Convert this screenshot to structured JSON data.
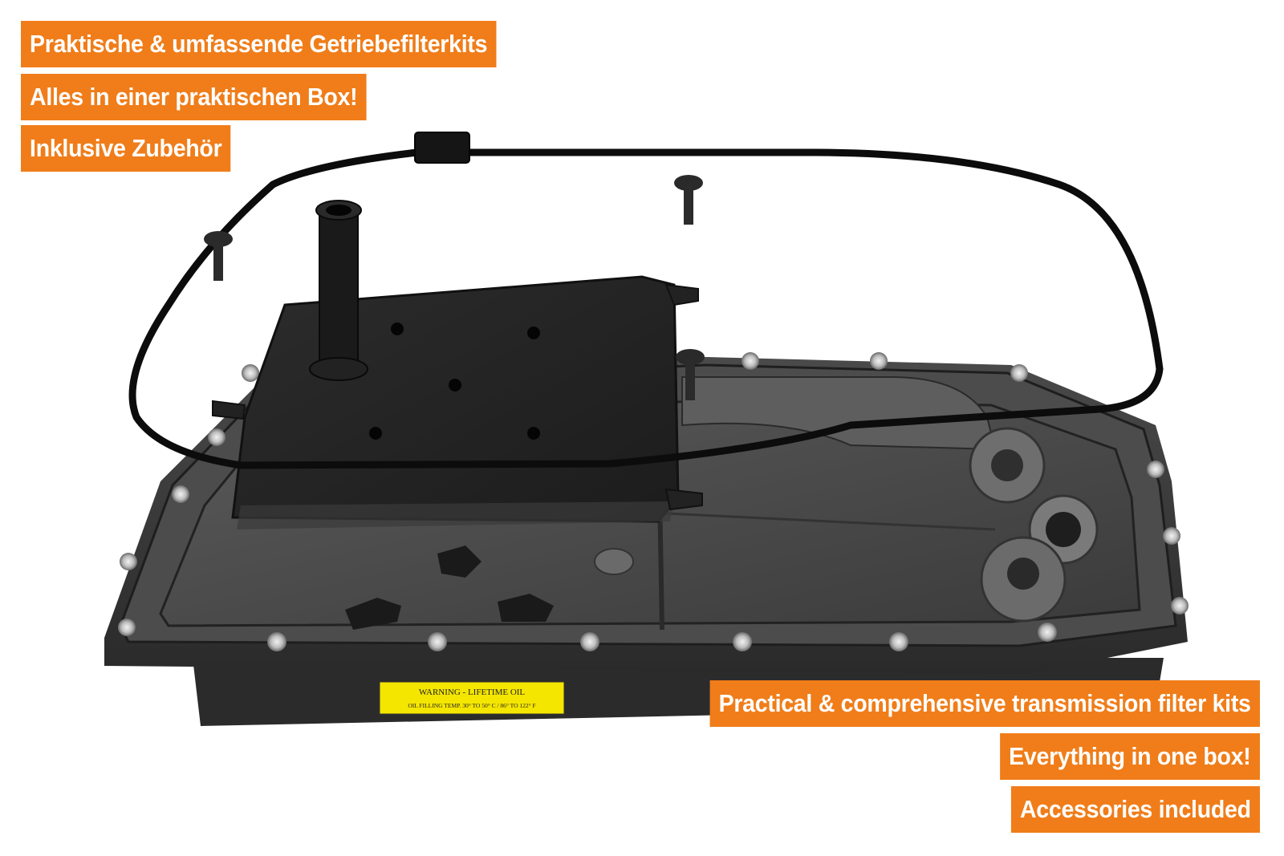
{
  "banners_de": [
    "Praktische & umfassende Getriebefilterkits",
    "Alles in einer praktischen Box!",
    "Inklusive Zubehör"
  ],
  "banners_en": [
    "Practical & comprehensive transmission filter kits",
    "Everything in one box!",
    "Accessories included"
  ],
  "warning_label": {
    "line1": "WARNING - LIFETIME OIL",
    "line2": "OIL FILLING TEMP. 30° TO 50° C / 86° TO 122° F"
  },
  "colors": {
    "banner": "#f07d19",
    "banner_text": "#ffffff",
    "pan": "#3a3a3a",
    "label": "#f5e600"
  }
}
